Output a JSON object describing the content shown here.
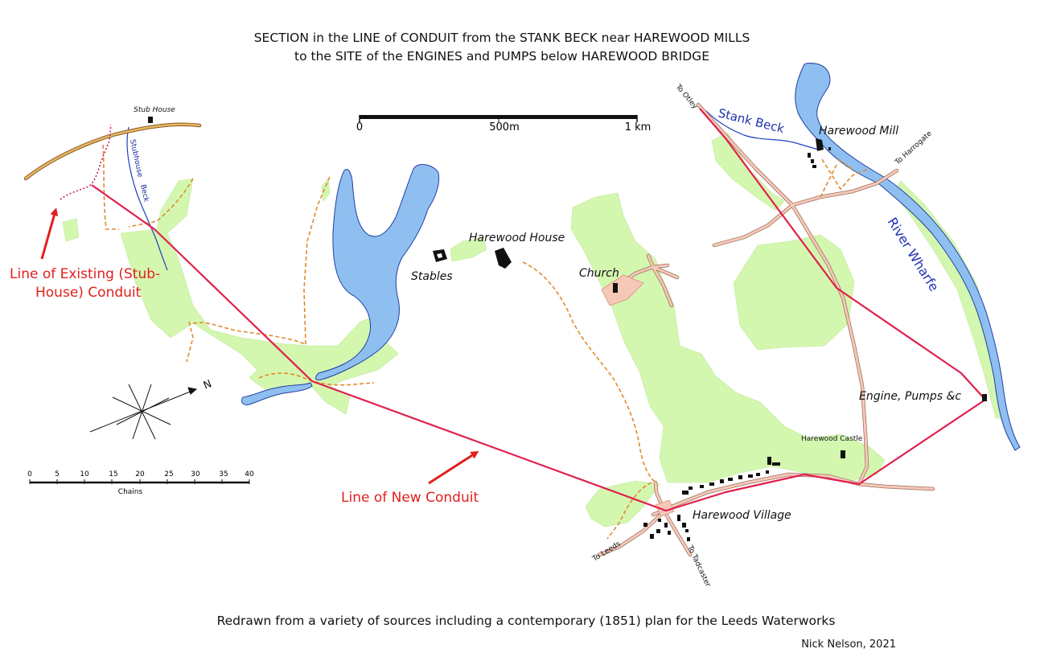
{
  "title": {
    "line1": "SECTION in the LINE of CONDUIT from the STANK BECK near HAREWOOD MILLS",
    "line2": "to the SITE of the ENGINES and PUMPS below HAREWOOD BRIDGE"
  },
  "scale_bar": {
    "labels": [
      "0",
      "500m",
      "1 km"
    ]
  },
  "chains_scale": {
    "ticks": [
      "0",
      "5",
      "10",
      "15",
      "20",
      "25",
      "30",
      "35",
      "40"
    ],
    "unit": "Chains"
  },
  "compass": {
    "north": "N"
  },
  "places": {
    "stub_house": "Stub House",
    "stubhouse_beck_1": "Stubhouse",
    "stubhouse_beck_2": "Beck",
    "stank_beck": "Stank Beck",
    "harewood_mill": "Harewood Mill",
    "to_otley": "To Otley",
    "to_harrogate": "To Harrogate",
    "river_wharfe": "River Wharfe",
    "harewood_house": "Harewood House",
    "stables": "Stables",
    "church": "Church",
    "harewood_castle": "Harewood Castle",
    "engine_pumps": "Engine, Pumps &c",
    "harewood_village": "Harewood Village",
    "to_leeds": "To Leeds",
    "to_tadcaster": "To Tadcaster"
  },
  "annotations": {
    "existing_conduit_1": "Line of Existing (Stub-",
    "existing_conduit_2": "House) Conduit",
    "new_conduit": "Line of New Conduit"
  },
  "footer": {
    "source": "Redrawn from a variety of sources including a contemporary (1851) plan for the Leeds Waterworks",
    "credit": "Nick Nelson, 2021"
  },
  "colors": {
    "woodland": "#d4f7b0",
    "water": "#8fbff0",
    "conduit": "#e0204e",
    "path": "#e08a30",
    "road": "#f5c8b8",
    "annotation": "#e0201e",
    "beck_label": "#2030b0"
  }
}
